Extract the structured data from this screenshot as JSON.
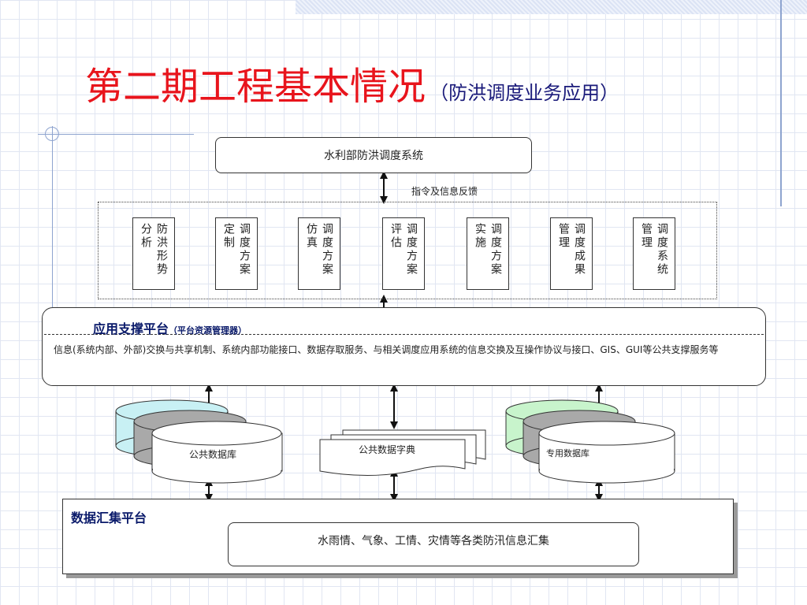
{
  "title": {
    "main": "第二期工程基本情况",
    "sub": "（防洪调度业务应用）"
  },
  "top_system": "水利部防洪调度系统",
  "feedback_label": "指令及信息反馈",
  "modules": [
    "防洪形势分析",
    "调度方案定制",
    "调度方案仿真",
    "调度方案评估",
    "调度方案实施",
    "调度成果管理",
    "调度系统管理"
  ],
  "support_platform": {
    "title": "应用支撑平台",
    "subtitle": "（平台资源管理器）",
    "description": "信息(系统内部、外部)交换与共享机制、系统内部功能接口、数据存取服务、与相关调度应用系统的信息交换及互操作协议与接口、GIS、GUI等公共支撑服务等"
  },
  "databases": {
    "public_db": "公共数据库",
    "dictionary": "公共数据字典",
    "special_db": "专用数据库"
  },
  "colors": {
    "title_red": "#e8141c",
    "title_blue": "#1a1a7a",
    "cyl_cyan": "#c8f0f4",
    "cyl_green": "#c8f4cc",
    "cyl_gray": "#a9a9a9"
  },
  "collection_platform": {
    "title": "数据汇集平台",
    "content": "水雨情、气象、工情、灾情等各类防汛信息汇集"
  }
}
